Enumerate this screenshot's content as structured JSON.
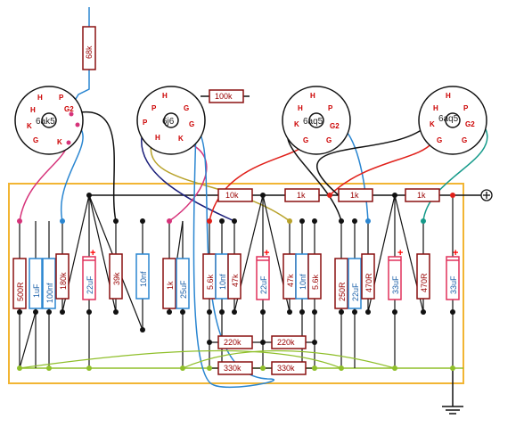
{
  "tubes": [
    {
      "id": "v1",
      "label": "6ak5",
      "pins": {
        "H1": "H",
        "H2": "H",
        "P": "P",
        "G2": "G2",
        "K1": "K",
        "G1": "G",
        "K2": "K"
      }
    },
    {
      "id": "v2",
      "label": "6j6",
      "pins": {
        "H1": "H",
        "H2": "H",
        "P1": "P",
        "P2": "P",
        "G1": "G",
        "G2": "G",
        "K": "K"
      }
    },
    {
      "id": "v3",
      "label": "6aq5",
      "pins": {
        "H1": "H",
        "H2": "H",
        "P": "P",
        "K": "K",
        "G2": "G2",
        "G1": "G",
        "G3": "G"
      }
    },
    {
      "id": "v4",
      "label": "6aq5",
      "pins": {
        "H1": "H",
        "H2": "H",
        "P": "P",
        "K": "K",
        "G2": "G2",
        "G1": "G",
        "G3": "G"
      }
    }
  ],
  "components": {
    "r68k": "68k",
    "r100k": "100k",
    "r10k_top": "10k",
    "r1k_a": "1k",
    "r1k_b": "1k",
    "r1k_c": "1k",
    "r500R": "500R",
    "c1uF": "1uF",
    "c100nf_a": "100nf",
    "r180k": "180k",
    "c22uF_a": "22uF",
    "r39k": "39k",
    "c10nf_a": "10nf",
    "r1k_d": "1k",
    "c25uF": "25uF",
    "r5k6_a": "5.6k",
    "c10nf_b": "10nf",
    "r47k_a": "47k",
    "c22uF_b": "22uF",
    "r47k_b": "47k",
    "c10nf_c": "10nf",
    "r5k6_b": "5.6k",
    "r250R": "250R",
    "c22uF_c": "22uF",
    "r470R_a": "470R",
    "c33uF_a": "33uF",
    "r470R_b": "470R",
    "c33uF_b": "33uF",
    "r220k_a": "220k",
    "r220k_b": "220k",
    "r330k_a": "330k",
    "r330k_b": "330k"
  },
  "symbols": {
    "plus_terminal": "⊕",
    "cap_plus": "+",
    "ground": "ground-icon"
  },
  "colors": {
    "board": "#f2b533",
    "wire_black": "#111111",
    "wire_blue": "#2a86d1",
    "wire_pink": "#d6337a",
    "wire_red": "#e0201a",
    "wire_green": "#8fbf2a",
    "wire_olive": "#b8a22a",
    "wire_navy": "#1b1f7a",
    "wire_teal": "#159a8a",
    "resistor": "#8a1010",
    "cap_blue": "#2a86d1",
    "cap_red": "#e0305a"
  }
}
